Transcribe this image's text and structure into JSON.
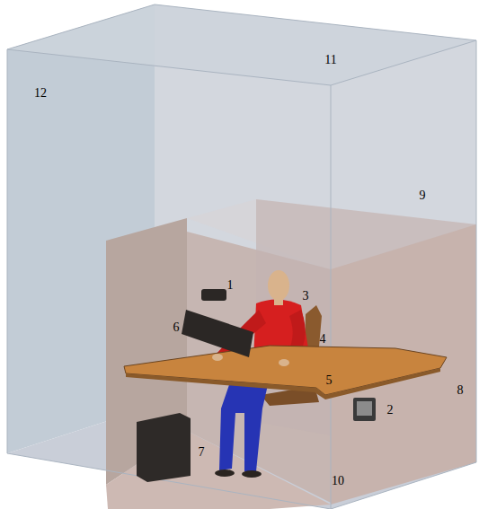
{
  "diagram": {
    "labels": [
      "11",
      "12",
      "9",
      "1",
      "3",
      "6",
      "4",
      "5",
      "8",
      "2",
      "7",
      "10"
    ]
  }
}
